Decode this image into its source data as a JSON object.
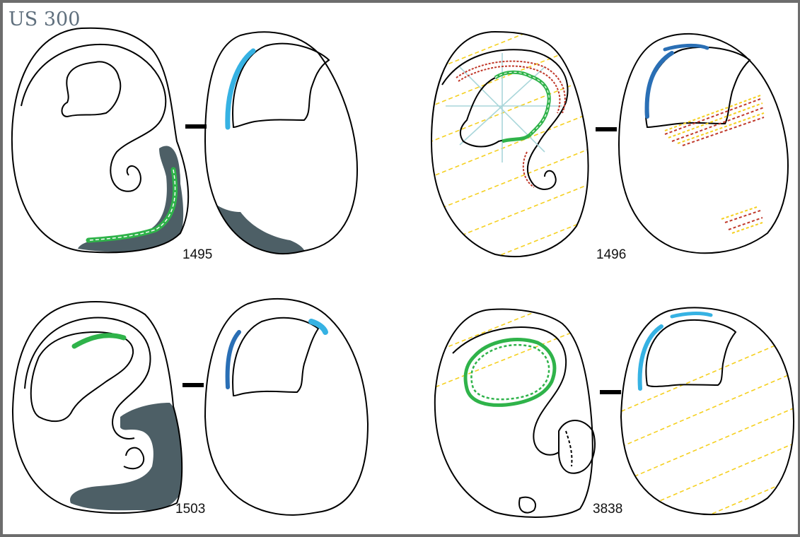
{
  "title": "US 300",
  "specimens": [
    {
      "id": "1495"
    },
    {
      "id": "1496"
    },
    {
      "id": "1503"
    },
    {
      "id": "3838"
    }
  ],
  "colors": {
    "frame": "#6d6d6d",
    "title": "#5f6f7d",
    "cortex": "#4d5f66",
    "green": "#2fb34a",
    "dark_blue": "#2a6fb5",
    "light_blue": "#36b2e3",
    "red_dash": "#c0392b",
    "yellow_dash": "#f5d020",
    "center_lines": "#a9d6da"
  }
}
